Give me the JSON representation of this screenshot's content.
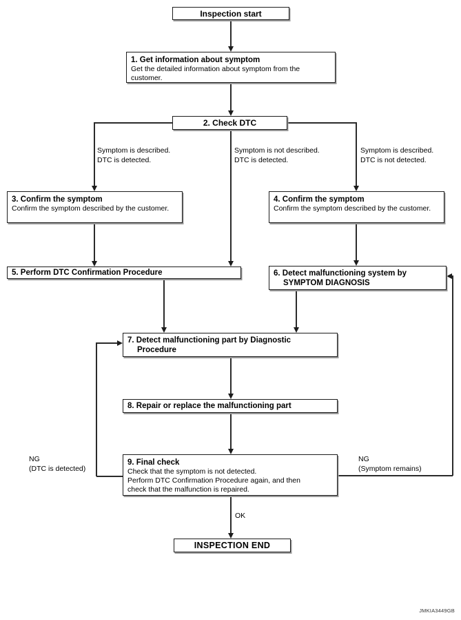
{
  "figure_code": "JMKIA3449GB",
  "nodes": {
    "start": {
      "label": "Inspection start"
    },
    "step1": {
      "title": "1. Get information about symptom",
      "body": "Get the detailed information about symptom from the customer."
    },
    "step2": {
      "title": "2. Check DTC"
    },
    "step3": {
      "title": "3. Confirm the symptom",
      "body": "Confirm the symptom described by the customer."
    },
    "step4": {
      "title": "4. Confirm the symptom",
      "body": "Confirm the symptom described by the customer."
    },
    "step5": {
      "title": "5. Perform DTC Confirmation Procedure"
    },
    "step6": {
      "title_line1": "6. Detect malfunctioning system by",
      "title_line2": "SYMPTOM DIAGNOSIS"
    },
    "step7": {
      "title_line1": "7. Detect malfunctioning part by Diagnostic",
      "title_line2": "Procedure"
    },
    "step8": {
      "title": "8. Repair or replace the malfunctioning part"
    },
    "step9": {
      "title": "9. Final check",
      "body_line1": "Check that the symptom is not detected.",
      "body_line2": "Perform DTC Confirmation Procedure again, and then",
      "body_line3": "check that the malfunction is repaired."
    },
    "end": {
      "label": "INSPECTION END"
    }
  },
  "branches": {
    "left": {
      "line1": "Symptom is described.",
      "line2": "DTC is detected."
    },
    "middle": {
      "line1": "Symptom is not described.",
      "line2": "DTC is detected."
    },
    "right": {
      "line1": "Symptom is described.",
      "line2": "DTC is not detected."
    }
  },
  "edge_labels": {
    "ok": "OK",
    "ng_left_line1": "NG",
    "ng_left_line2": "(DTC is detected)",
    "ng_right_line1": "NG",
    "ng_right_line2": "(Symptom remains)"
  },
  "colors": {
    "line": "#2a2a2a",
    "border": "#1c1c1c",
    "shadow": "#9a9a9a",
    "background": "#ffffff"
  }
}
